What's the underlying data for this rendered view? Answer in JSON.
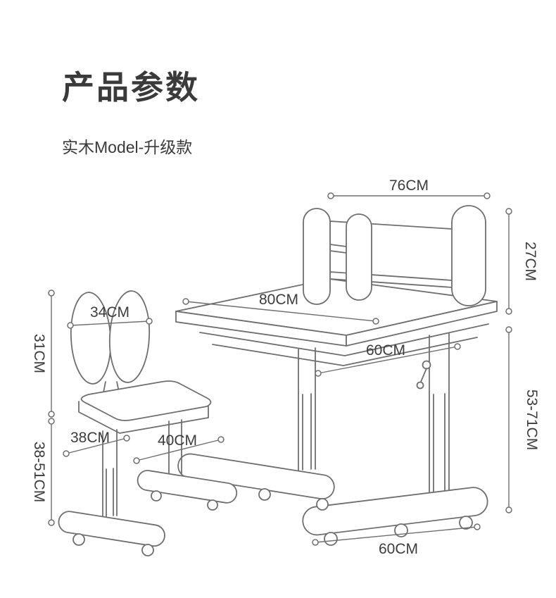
{
  "header": {
    "title": "产品参数",
    "subtitle": "实木Model-升级款"
  },
  "dimensions": {
    "hutch_width": "76CM",
    "hutch_height": "27CM",
    "desk_width": "80CM",
    "desk_depth": "60CM",
    "desk_height_range": "53-71CM",
    "desk_base_length": "60CM",
    "chair_back_width": "34CM",
    "chair_back_height": "31CM",
    "chair_seat_depth": "38CM",
    "chair_seat_width": "40CM",
    "chair_height_range": "38-51CM"
  },
  "colors": {
    "line": "#6f6f6f",
    "text": "#3b3b3b",
    "background": "#ffffff"
  }
}
